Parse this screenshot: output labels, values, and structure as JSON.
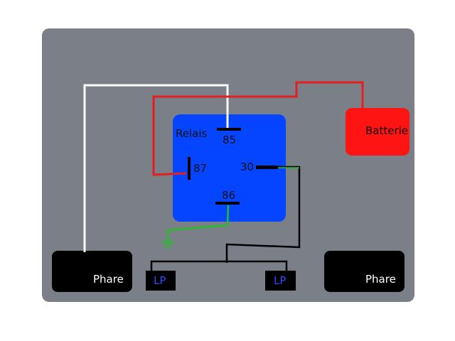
{
  "relay": {
    "title": "Relais",
    "pins": {
      "p85": "85",
      "p87": "87",
      "p30": "30",
      "p86": "86"
    }
  },
  "battery": {
    "label": "Batterie"
  },
  "headlights": {
    "left": "Phare",
    "right": "Phare"
  },
  "switches": {
    "left": "LP",
    "right": "LP"
  },
  "colors": {
    "background": "#7a7f88",
    "relay": "#0645ff",
    "battery": "#ff1414",
    "wire_red": "#e41f1f",
    "wire_white": "#ffffff",
    "wire_green": "#22c026",
    "wire_black": "#000000"
  }
}
